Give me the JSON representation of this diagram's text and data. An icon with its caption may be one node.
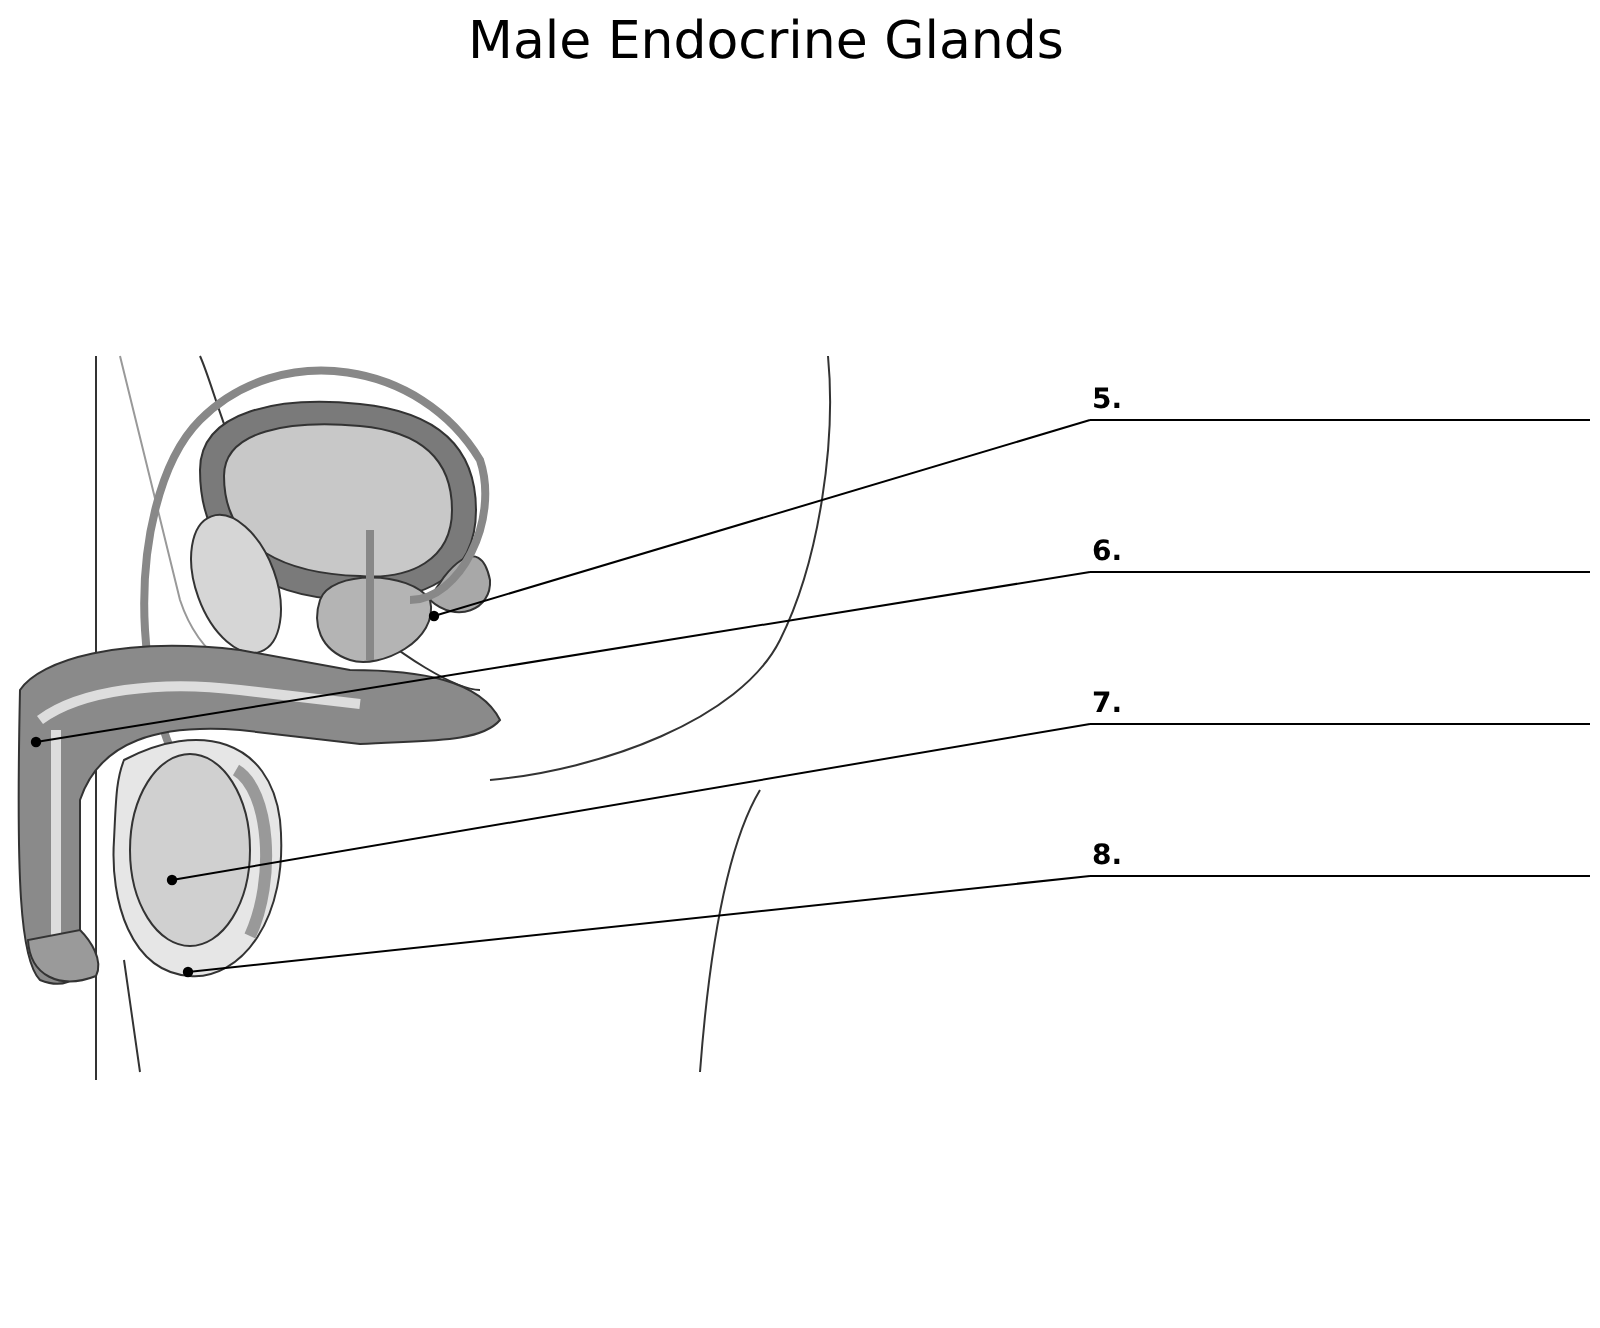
{
  "diagram": {
    "title": "Male Endocrine Glands",
    "nodes": [
      {
        "text": [
          "5."
        ]
      },
      {
        "text": [
          "6."
        ]
      },
      {
        "text": [
          "7."
        ]
      },
      {
        "text": [
          "8."
        ]
      }
    ],
    "edges": [
      {
        "from": 0,
        "to": null,
        "arrow": "other"
      },
      {
        "from": 1,
        "to": null,
        "arrow": "other"
      },
      {
        "from": 2,
        "to": null,
        "arrow": "other"
      },
      {
        "from": 3,
        "to": null,
        "arrow": "other"
      }
    ]
  }
}
